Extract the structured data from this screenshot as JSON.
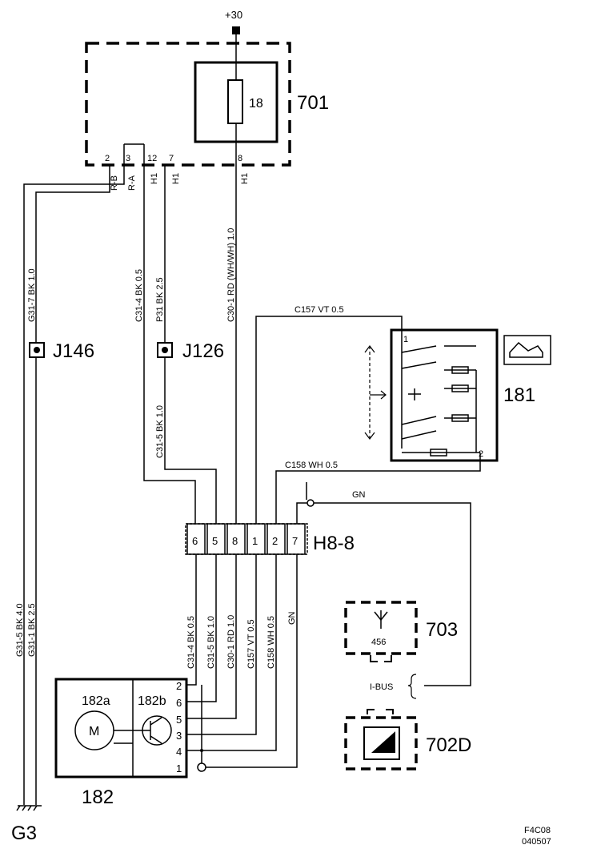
{
  "supply": "+30",
  "components": {
    "fusebox": {
      "id": "701",
      "fuse": "18"
    },
    "switch": {
      "id": "181"
    },
    "motor": {
      "id": "182",
      "motor_sub": "182a",
      "motor_symbol": "M",
      "transistor_sub": "182b"
    },
    "module703": {
      "id": "703",
      "value": "456"
    },
    "module702": {
      "id": "702D"
    },
    "connector": {
      "id": "H8-8"
    },
    "splice1": {
      "id": "J146"
    },
    "splice2": {
      "id": "J126"
    },
    "ground": {
      "id": "G3"
    },
    "ibus": "I-BUS"
  },
  "fusebox_pins": [
    "2",
    "3",
    "12",
    "7",
    "8"
  ],
  "fusebox_pin_labels": [
    "R-B",
    "R-A",
    "H1",
    "H1",
    "H1"
  ],
  "h8_pins": [
    "6",
    "5",
    "8",
    "1",
    "2",
    "7"
  ],
  "motor_pins": [
    "2",
    "6",
    "5",
    "3",
    "4",
    "1"
  ],
  "switch_pins": [
    "1",
    "2"
  ],
  "wires": {
    "w_g31_7": "G31-7  BK  1.0",
    "w_c31_4_top": "C31-4  BK  0.5",
    "w_p31": "P31  BK  2.5",
    "w_c30_1_top": "C30-1 RD (WH/WH) 1.0",
    "w_c157_top": "C157  VT    0.5",
    "w_c31_5_top": "C31-5  BK  1.0",
    "w_c158_top": "C158  WH  0.5",
    "w_gn_top": "GN",
    "w_g31_5": "G31-5  BK  4.0",
    "w_g31_1": "G31-1  BK  2.5",
    "w_c31_4_bot": "C31-4  BK  0.5",
    "w_c31_5_bot": "C31-5  BK  1.0",
    "w_c30_1_bot": "C30-1  RD  1.0",
    "w_c157_bot": "C157  VT  0.5",
    "w_c158_bot": "C158  WH  0.5",
    "w_gn_bot": "GN"
  },
  "footer": {
    "code": "F4C08",
    "date": "040507"
  }
}
